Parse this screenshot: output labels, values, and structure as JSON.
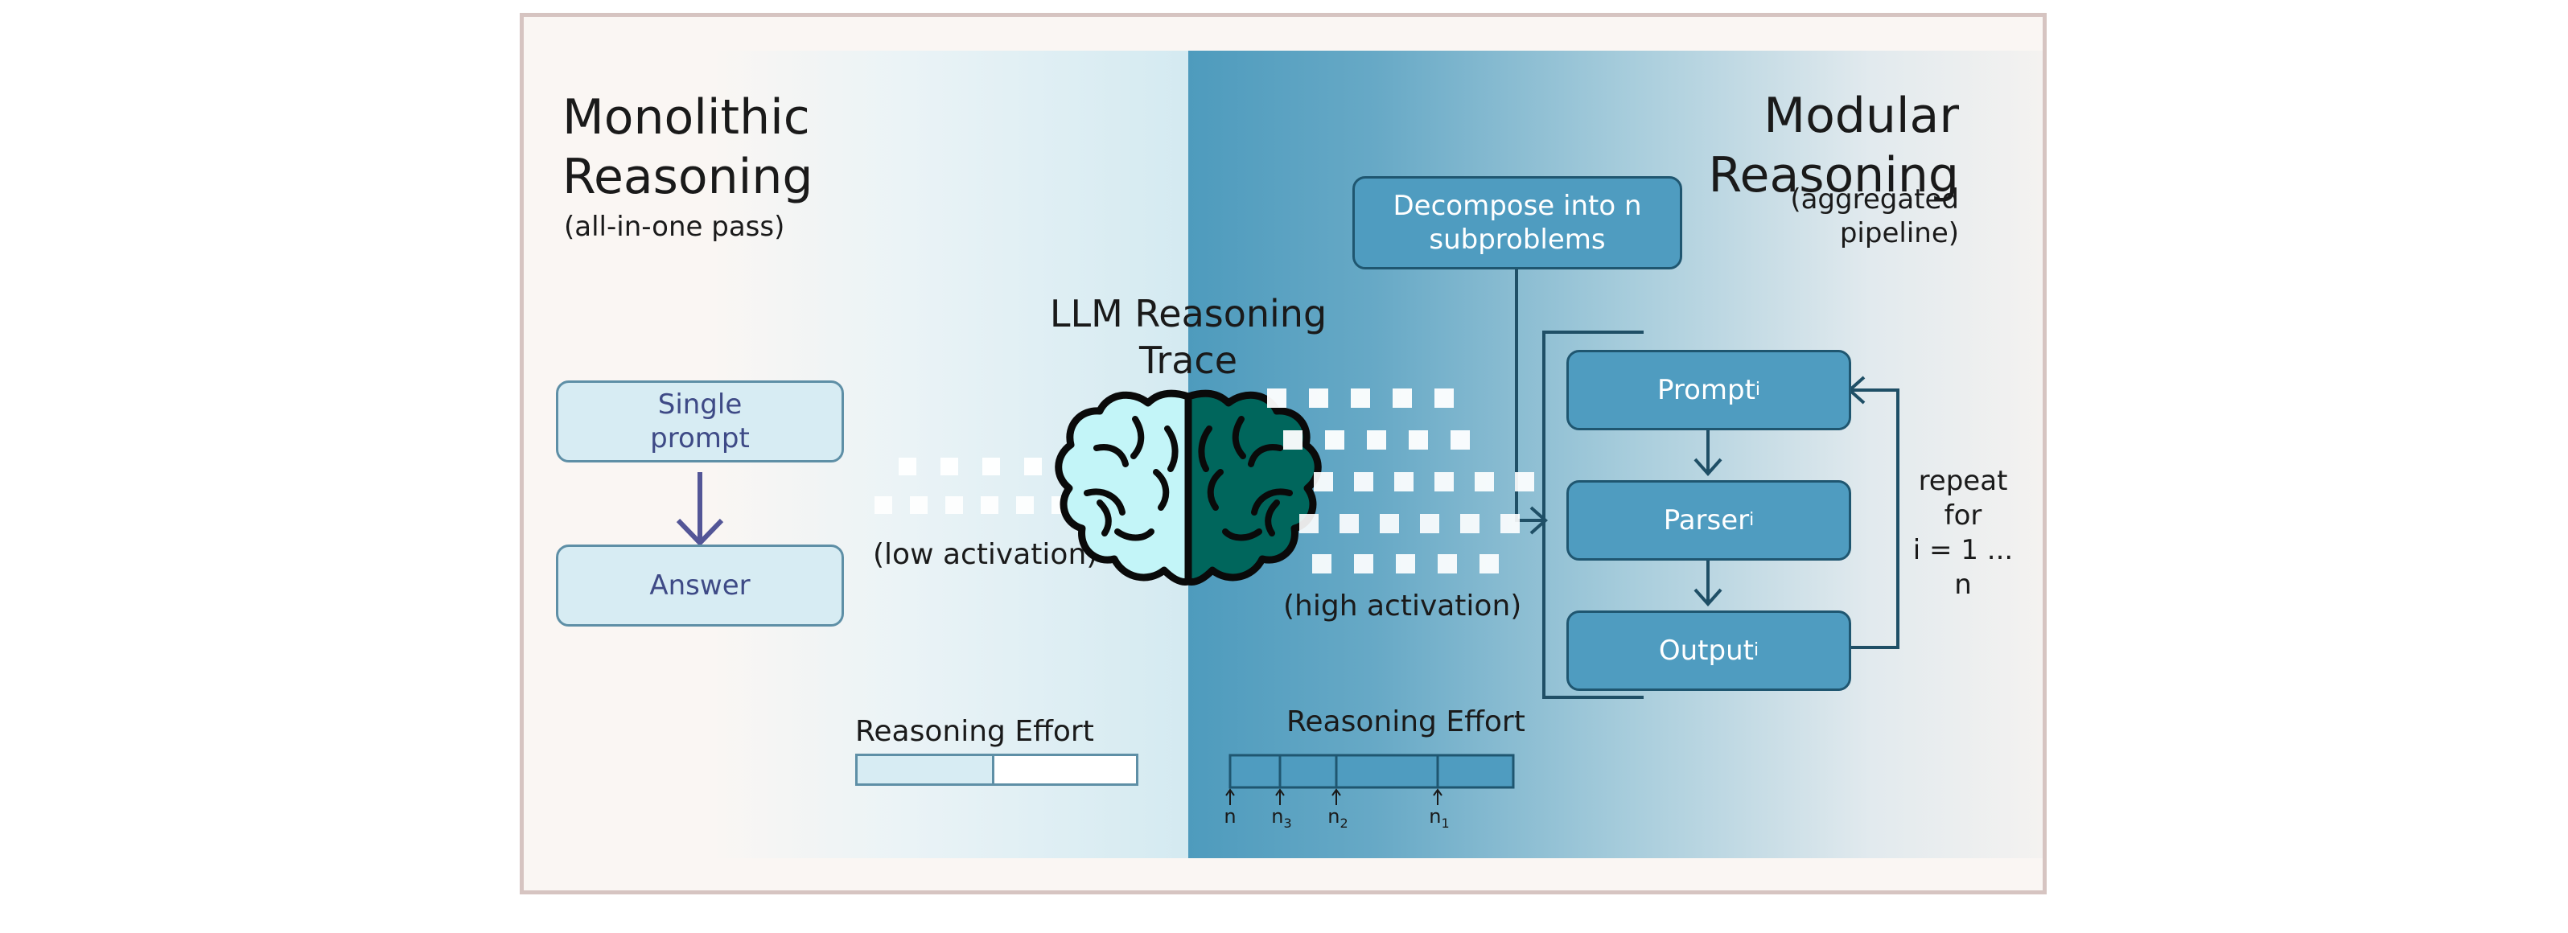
{
  "left": {
    "title_line1": "Monolithic",
    "title_line2": "Reasoning",
    "subtitle": "(all-in-one pass)",
    "single_prompt_line1": "Single",
    "single_prompt_line2": "prompt",
    "answer": "Answer",
    "activation_label": "(low activation)",
    "effort_label": "Reasoning Effort",
    "effort_level": 0.49
  },
  "center": {
    "trace_line1": "LLM Reasoning",
    "trace_line2": "Trace"
  },
  "right": {
    "title_line1": "Modular",
    "title_line2": "Reasoning",
    "subtitle_line1": "(aggregated",
    "subtitle_line2": "pipeline)",
    "decompose_line1": "Decompose into n",
    "decompose_line2": "subproblems",
    "prompt": "Prompt",
    "parser": "Parser",
    "output": "Output",
    "sub_i": "i",
    "repeat_line1": "repeat",
    "repeat_line2": "for",
    "repeat_line3": "i = 1 ... n",
    "activation_label": "(high activation)",
    "effort_label": "Reasoning Effort",
    "markers": [
      {
        "label": "n",
        "sub": ""
      },
      {
        "label": "n",
        "sub": "3"
      },
      {
        "label": "n",
        "sub": "2"
      },
      {
        "label": "n",
        "sub": "1"
      }
    ]
  },
  "colors": {
    "accent_blue": "#4f9cc0",
    "dark_teal": "#00665c",
    "light_cyan": "#c3f5f8",
    "light_box": "#d7ecf3"
  }
}
